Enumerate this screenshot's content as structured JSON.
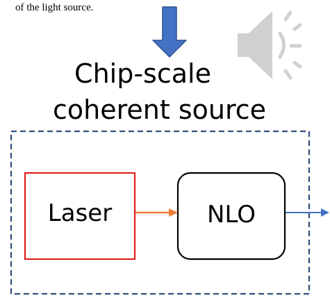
{
  "caption": "of the light source.",
  "heading": {
    "line1": "Chip-scale",
    "line2": "coherent source"
  },
  "diagram": {
    "laser_label": "Laser",
    "nlo_label": "NLO"
  },
  "colors": {
    "down_arrow": "#4472c4",
    "laser_border": "#e02020",
    "orange_arrow": "#ed7d31",
    "output_arrow": "#4472c4",
    "dashed_border": "#2f4f7a",
    "speaker": "#d0d0d0"
  },
  "icons": {
    "speaker": "speaker-icon"
  }
}
